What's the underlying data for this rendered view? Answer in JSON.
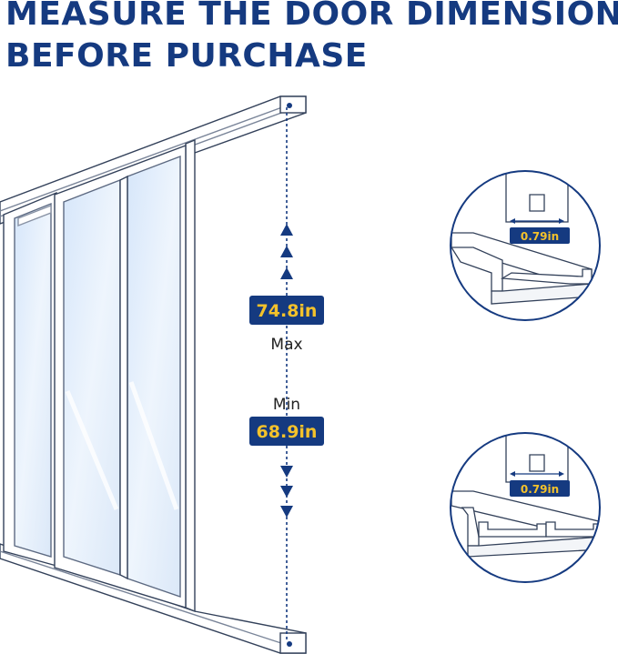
{
  "title": {
    "line1": "MEASURE THE DOOR DIMENSIONS",
    "line2": "BEFORE PURCHASE"
  },
  "measurements": {
    "max_value": "74.8in",
    "max_label": "Max",
    "min_label": "Min",
    "min_value": "68.9in"
  },
  "details": {
    "single_track_width": "0.79in",
    "double_track_width": "0.79in"
  },
  "colors": {
    "brand_navy": "#153a80",
    "badge_text": "#f4c22b",
    "glass": "#e4eefb",
    "frame_stroke": "#33415a"
  },
  "icons": [
    "arrow-up-icon",
    "arrow-down-icon",
    "double-arrow-icon"
  ]
}
